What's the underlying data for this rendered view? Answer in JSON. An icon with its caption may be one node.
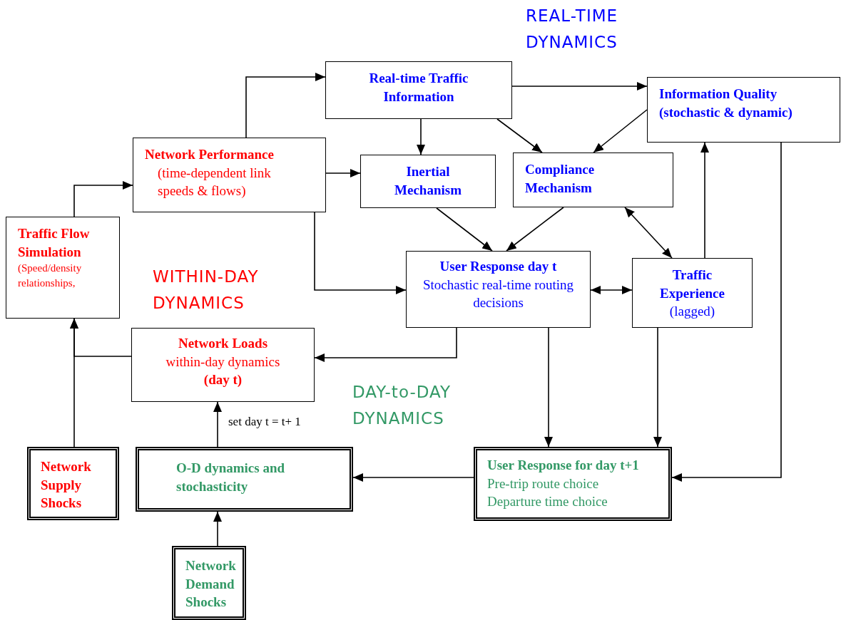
{
  "diagram": {
    "nodes": [
      {
        "text": [
          "Real-time Traffic Information"
        ]
      },
      {
        "text": [
          "Information Quality",
          "(stochastic & dynamic)"
        ]
      },
      {
        "text": [
          "Network Performance",
          "(time-dependent link speeds & flows)"
        ]
      },
      {
        "text": [
          "Inertial Mechanism"
        ]
      },
      {
        "text": [
          "Compliance Mechanism"
        ]
      },
      {
        "text": [
          "Traffic Flow Simulation",
          "(Speed/density relationships,"
        ]
      },
      {
        "text": [
          "User Response day t",
          "Stochastic real-time routing decisions"
        ]
      },
      {
        "text": [
          "Traffic Experience",
          "(lagged)"
        ]
      },
      {
        "text": [
          "Network Loads",
          "within-day dynamics",
          "(day t)"
        ]
      },
      {
        "text": [
          "Network Supply Shocks"
        ]
      },
      {
        "text": [
          "O-D dynamics and stochasticity"
        ]
      },
      {
        "text": [
          "User Response for day t+1",
          "Pre-trip route choice",
          "Departure time choice"
        ]
      },
      {
        "text": [
          "Network Demand Shocks"
        ]
      }
    ],
    "edges": [
      {
        "from": 2,
        "to": 0,
        "arrow": "to"
      },
      {
        "from": 5,
        "to": 2,
        "arrow": "to"
      },
      {
        "from": 2,
        "to": 3,
        "arrow": "to"
      },
      {
        "from": 0,
        "to": 3,
        "arrow": "to"
      },
      {
        "from": 0,
        "to": 4,
        "arrow": "to"
      },
      {
        "from": 0,
        "to": 1,
        "arrow": "to"
      },
      {
        "from": 1,
        "to": 4,
        "arrow": "to"
      },
      {
        "from": 3,
        "to": 6,
        "arrow": "to"
      },
      {
        "from": 4,
        "to": 6,
        "arrow": "to"
      },
      {
        "from": 4,
        "to": 7,
        "arrow": "both"
      },
      {
        "from": 6,
        "to": 7,
        "arrow": "both"
      },
      {
        "from": 7,
        "to": 1,
        "arrow": "to"
      },
      {
        "from": 2,
        "to": 6,
        "arrow": "to"
      },
      {
        "from": 6,
        "to": 8,
        "arrow": "to"
      },
      {
        "from": 8,
        "to": 5,
        "arrow": "to"
      },
      {
        "from": 9,
        "to": 5,
        "arrow": "to"
      },
      {
        "from": 10,
        "to": 8,
        "arrow": "to",
        "label": "set day t = t+ 1"
      },
      {
        "from": 12,
        "to": 10,
        "arrow": "to"
      },
      {
        "from": 11,
        "to": 10,
        "arrow": "to"
      },
      {
        "from": 6,
        "to": 11,
        "arrow": "to"
      },
      {
        "from": 7,
        "to": 11,
        "arrow": "to"
      },
      {
        "from": 1,
        "to": 11,
        "arrow": "to"
      }
    ],
    "labels": [
      "REAL-TIME DYNAMICS",
      "WITHIN-DAY DYNAMICS",
      "DAY-to-DAY DYNAMICS"
    ]
  }
}
